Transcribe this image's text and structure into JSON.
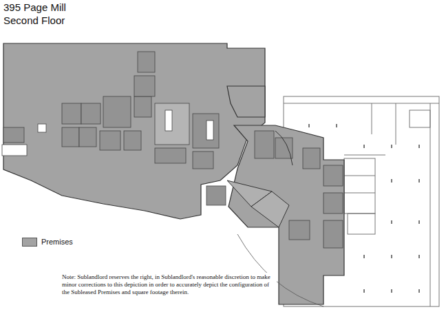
{
  "diagram": {
    "title": "395 Page Mill",
    "labels": [
      "Second Floor",
      "Note: Sublandlord reserves the right, in Sublandlord's reasonable discretion to make minor corrections to this depiction in order to accurately depict the configuration of the Subleased Premises and square footage therein."
    ],
    "legend": [
      {
        "text": "Premises",
        "color": "#a3a3a3"
      }
    ]
  }
}
